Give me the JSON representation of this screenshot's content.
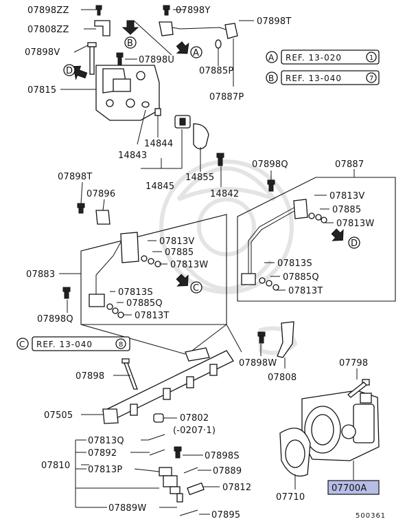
{
  "labels": {
    "p07898ZZ": "07898ZZ",
    "p07898Y": "07898Y",
    "p07898T_top": "07898T",
    "p07808ZZ": "07808ZZ",
    "p07898V": "07898V",
    "p07898U": "07898U",
    "p07885P": "07885P",
    "p07815": "07815",
    "p07887P": "07887P",
    "p14844": "14844",
    "p14843": "14843",
    "p14845": "14845",
    "p14855": "14855",
    "p14842": "14842",
    "p07898Q_r": "07898Q",
    "p07887": "07887",
    "p07898T_l": "07898T",
    "p07896": "07896",
    "p07813V_r": "07813V",
    "p07885_r": "07885",
    "p07813W_r": "07813W",
    "p07813V_l": "07813V",
    "p07885_l": "07885",
    "p07813W_l": "07813W",
    "p07883": "07883",
    "p07813S_r": "07813S",
    "p07885Q_r": "07885Q",
    "p07813T_r": "07813T",
    "p07813S_l": "07813S",
    "p07885Q_l": "07885Q",
    "p07813T_l": "07813T",
    "p07898Q_l": "07898Q",
    "p07898W": "07898W",
    "p07808": "07808",
    "p07798": "07798",
    "p07898": "07898",
    "p07505": "07505",
    "p07802": "07802",
    "p07802_note": "(-0207·1)",
    "p07813Q": "07813Q",
    "p07892": "07892",
    "p07898S": "07898S",
    "p07810": "07810",
    "p07813P": "07813P",
    "p07889": "07889",
    "p07812": "07812",
    "p07710": "07710",
    "p07700A": "07700A",
    "p07889W": "07889W",
    "p07895": "07895",
    "figure_no": "500361"
  },
  "refs": {
    "a_letter": "A",
    "a_text": "REF. 13-020",
    "a_num": "1",
    "b_letter": "B",
    "b_text": "REF. 13-040",
    "b_num": "7",
    "c_letter": "C",
    "c_text": "REF. 13-040",
    "c_num": "8"
  },
  "markers": {
    "A": "A",
    "B": "B",
    "C": "C",
    "D": "D"
  },
  "highlight_color": "#b8bde8"
}
